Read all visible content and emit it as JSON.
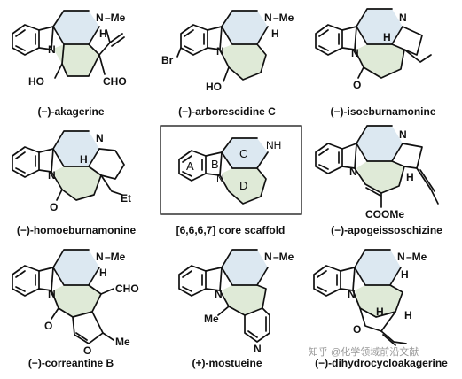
{
  "compounds": [
    {
      "name": "(−)-akagerine",
      "atoms": [
        "N",
        "N",
        "–Me",
        "H",
        "HO",
        "CHO"
      ]
    },
    {
      "name": "(−)-arborescidine C",
      "atoms": [
        "N",
        "N",
        "–Me",
        "H",
        "Br",
        "HO"
      ]
    },
    {
      "name": "(−)-isoeburnamonine",
      "atoms": [
        "N",
        "N",
        "H",
        "O"
      ]
    },
    {
      "name": "(−)-homoeburnamonine",
      "atoms": [
        "N",
        "N",
        "H",
        "O",
        "Et"
      ]
    },
    {
      "name": "(−)-apogeissoschizine",
      "atoms": [
        "N",
        "N",
        "H",
        "COOMe"
      ]
    },
    {
      "name": "(−)-correantine B",
      "atoms": [
        "N",
        "N",
        "–Me",
        "H",
        "O",
        "O",
        "CHO",
        "Me"
      ]
    },
    {
      "name": "(+)-mostueine",
      "atoms": [
        "N",
        "N",
        "–Me",
        "N",
        "Me"
      ]
    },
    {
      "name": "(−)-dihydrocycloakagerine",
      "atoms": [
        "N",
        "N",
        "–Me",
        "H",
        "O",
        "H",
        "H"
      ]
    }
  ],
  "scaffold": {
    "name": "[6,6,6,7] core scaffold",
    "rings": [
      "A",
      "B",
      "C",
      "D"
    ],
    "atoms": [
      "N",
      "NH"
    ]
  },
  "watermark": "知乎 @化学领域前沿文献"
}
